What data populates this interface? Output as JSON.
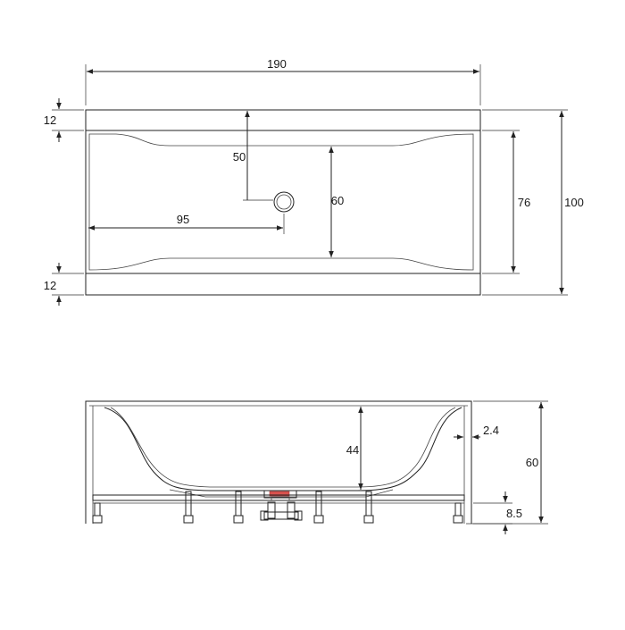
{
  "top_view": {
    "length": "190",
    "rim_top": "12",
    "rim_bottom": "12",
    "depth_to_drain": "50",
    "drain_offset": "95",
    "inner_width": "60",
    "basin_width": "76",
    "total_width": "100"
  },
  "side_view": {
    "basin_depth": "44",
    "wall_thickness": "2.4",
    "total_height": "60",
    "leg_height": "8.5"
  },
  "colors": {
    "line": "#222222",
    "drain_accent": "#d9534f"
  }
}
